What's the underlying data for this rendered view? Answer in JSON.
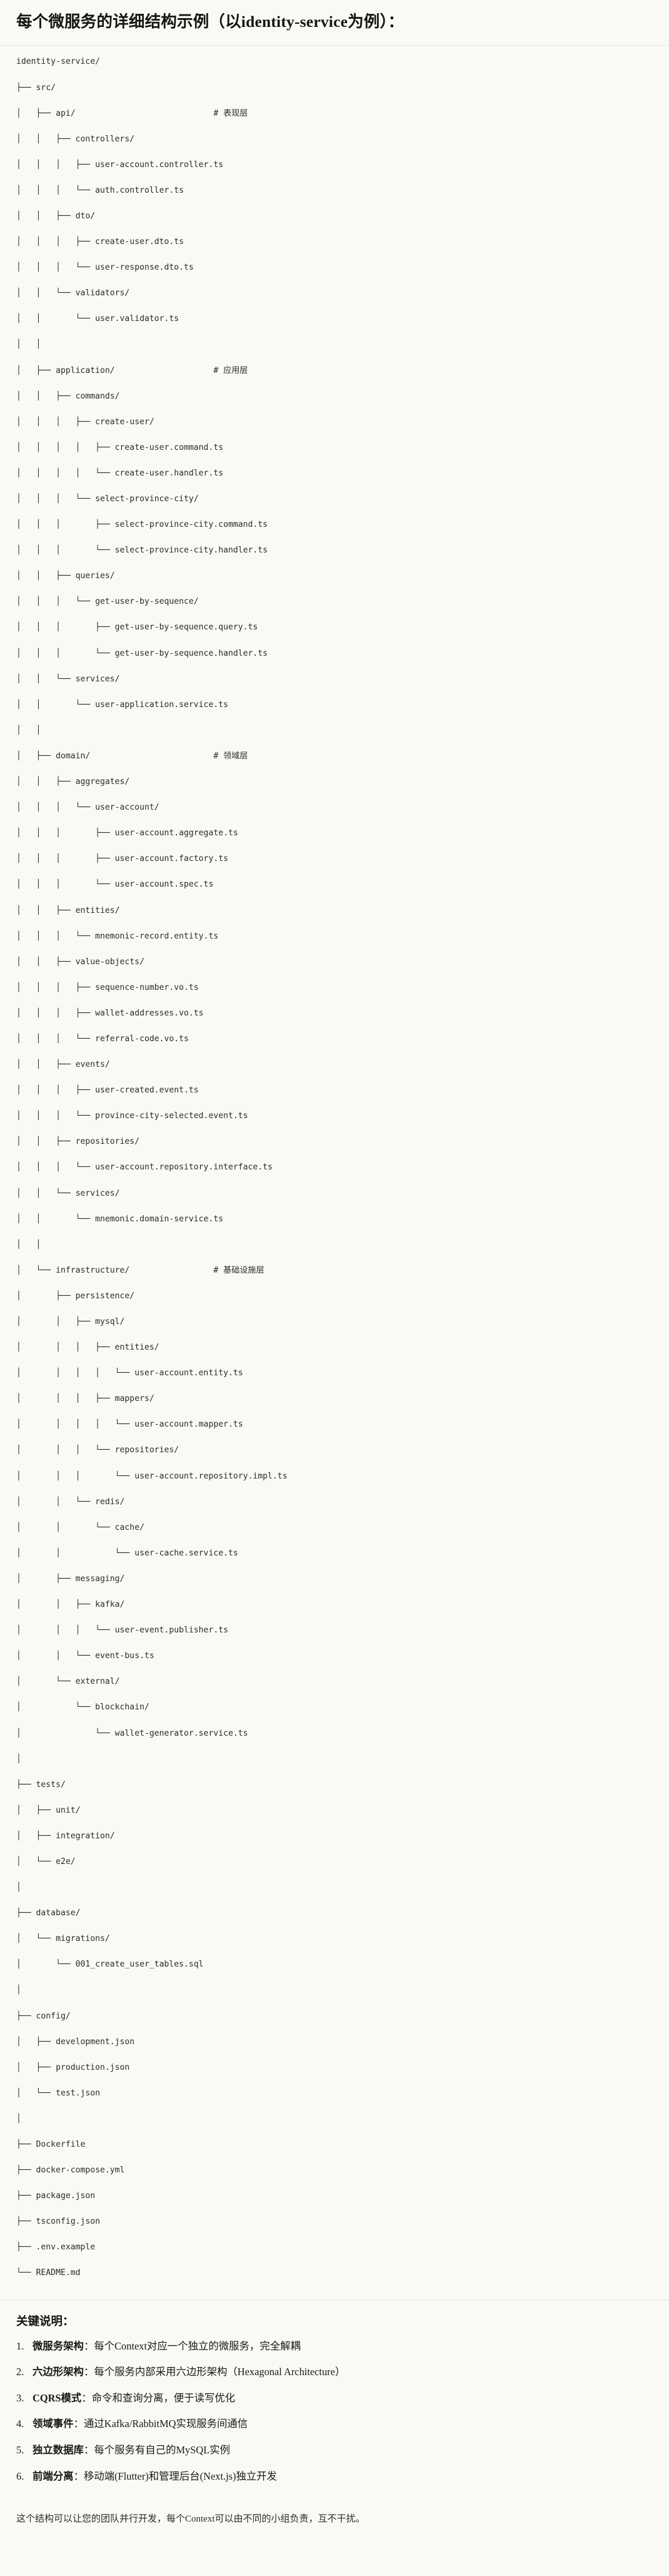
{
  "header": {
    "title": "每个微服务的详细结构示例（以identity-service为例）："
  },
  "tree": {
    "root": "identity-service/",
    "lines": [
      {
        "text": "identity-service/",
        "comment": ""
      },
      {
        "text": "├── src/",
        "comment": ""
      },
      {
        "text": "│   ├── api/",
        "comment": "# 表现层"
      },
      {
        "text": "│   │   ├── controllers/",
        "comment": ""
      },
      {
        "text": "│   │   │   ├── user-account.controller.ts",
        "comment": ""
      },
      {
        "text": "│   │   │   └── auth.controller.ts",
        "comment": ""
      },
      {
        "text": "│   │   ├── dto/",
        "comment": ""
      },
      {
        "text": "│   │   │   ├── create-user.dto.ts",
        "comment": ""
      },
      {
        "text": "│   │   │   └── user-response.dto.ts",
        "comment": ""
      },
      {
        "text": "│   │   └── validators/",
        "comment": ""
      },
      {
        "text": "│   │       └── user.validator.ts",
        "comment": ""
      },
      {
        "text": "│   │",
        "comment": ""
      },
      {
        "text": "│   ├── application/",
        "comment": "# 应用层"
      },
      {
        "text": "│   │   ├── commands/",
        "comment": ""
      },
      {
        "text": "│   │   │   ├── create-user/",
        "comment": ""
      },
      {
        "text": "│   │   │   │   ├── create-user.command.ts",
        "comment": ""
      },
      {
        "text": "│   │   │   │   └── create-user.handler.ts",
        "comment": ""
      },
      {
        "text": "│   │   │   └── select-province-city/",
        "comment": ""
      },
      {
        "text": "│   │   │       ├── select-province-city.command.ts",
        "comment": ""
      },
      {
        "text": "│   │   │       └── select-province-city.handler.ts",
        "comment": ""
      },
      {
        "text": "│   │   ├── queries/",
        "comment": ""
      },
      {
        "text": "│   │   │   └── get-user-by-sequence/",
        "comment": ""
      },
      {
        "text": "│   │   │       ├── get-user-by-sequence.query.ts",
        "comment": ""
      },
      {
        "text": "│   │   │       └── get-user-by-sequence.handler.ts",
        "comment": ""
      },
      {
        "text": "│   │   └── services/",
        "comment": ""
      },
      {
        "text": "│   │       └── user-application.service.ts",
        "comment": ""
      },
      {
        "text": "│   │",
        "comment": ""
      },
      {
        "text": "│   ├── domain/",
        "comment": "# 领域层"
      },
      {
        "text": "│   │   ├── aggregates/",
        "comment": ""
      },
      {
        "text": "│   │   │   └── user-account/",
        "comment": ""
      },
      {
        "text": "│   │   │       ├── user-account.aggregate.ts",
        "comment": ""
      },
      {
        "text": "│   │   │       ├── user-account.factory.ts",
        "comment": ""
      },
      {
        "text": "│   │   │       └── user-account.spec.ts",
        "comment": ""
      },
      {
        "text": "│   │   ├── entities/",
        "comment": ""
      },
      {
        "text": "│   │   │   └── mnemonic-record.entity.ts",
        "comment": ""
      },
      {
        "text": "│   │   ├── value-objects/",
        "comment": ""
      },
      {
        "text": "│   │   │   ├── sequence-number.vo.ts",
        "comment": ""
      },
      {
        "text": "│   │   │   ├── wallet-addresses.vo.ts",
        "comment": ""
      },
      {
        "text": "│   │   │   └── referral-code.vo.ts",
        "comment": ""
      },
      {
        "text": "│   │   ├── events/",
        "comment": ""
      },
      {
        "text": "│   │   │   ├── user-created.event.ts",
        "comment": ""
      },
      {
        "text": "│   │   │   └── province-city-selected.event.ts",
        "comment": ""
      },
      {
        "text": "│   │   ├── repositories/",
        "comment": ""
      },
      {
        "text": "│   │   │   └── user-account.repository.interface.ts",
        "comment": ""
      },
      {
        "text": "│   │   └── services/",
        "comment": ""
      },
      {
        "text": "│   │       └── mnemonic.domain-service.ts",
        "comment": ""
      },
      {
        "text": "│   │",
        "comment": ""
      },
      {
        "text": "│   └── infrastructure/",
        "comment": "# 基础设施层"
      },
      {
        "text": "│       ├── persistence/",
        "comment": ""
      },
      {
        "text": "│       │   ├── mysql/",
        "comment": ""
      },
      {
        "text": "│       │   │   ├── entities/",
        "comment": ""
      },
      {
        "text": "│       │   │   │   └── user-account.entity.ts",
        "comment": ""
      },
      {
        "text": "│       │   │   ├── mappers/",
        "comment": ""
      },
      {
        "text": "│       │   │   │   └── user-account.mapper.ts",
        "comment": ""
      },
      {
        "text": "│       │   │   └── repositories/",
        "comment": ""
      },
      {
        "text": "│       │   │       └── user-account.repository.impl.ts",
        "comment": ""
      },
      {
        "text": "│       │   └── redis/",
        "comment": ""
      },
      {
        "text": "│       │       └── cache/",
        "comment": ""
      },
      {
        "text": "│       │           └── user-cache.service.ts",
        "comment": ""
      },
      {
        "text": "│       ├── messaging/",
        "comment": ""
      },
      {
        "text": "│       │   ├── kafka/",
        "comment": ""
      },
      {
        "text": "│       │   │   └── user-event.publisher.ts",
        "comment": ""
      },
      {
        "text": "│       │   └── event-bus.ts",
        "comment": ""
      },
      {
        "text": "│       └── external/",
        "comment": ""
      },
      {
        "text": "│           └── blockchain/",
        "comment": ""
      },
      {
        "text": "│               └── wallet-generator.service.ts",
        "comment": ""
      },
      {
        "text": "│",
        "comment": ""
      },
      {
        "text": "├── tests/",
        "comment": ""
      },
      {
        "text": "│   ├── unit/",
        "comment": ""
      },
      {
        "text": "│   ├── integration/",
        "comment": ""
      },
      {
        "text": "│   └── e2e/",
        "comment": ""
      },
      {
        "text": "│",
        "comment": ""
      },
      {
        "text": "├── database/",
        "comment": ""
      },
      {
        "text": "│   └── migrations/",
        "comment": ""
      },
      {
        "text": "│       └── 001_create_user_tables.sql",
        "comment": ""
      },
      {
        "text": "│",
        "comment": ""
      },
      {
        "text": "├── config/",
        "comment": ""
      },
      {
        "text": "│   ├── development.json",
        "comment": ""
      },
      {
        "text": "│   ├── production.json",
        "comment": ""
      },
      {
        "text": "│   └── test.json",
        "comment": ""
      },
      {
        "text": "│",
        "comment": ""
      },
      {
        "text": "├── Dockerfile",
        "comment": ""
      },
      {
        "text": "├── docker-compose.yml",
        "comment": ""
      },
      {
        "text": "├── package.json",
        "comment": ""
      },
      {
        "text": "├── tsconfig.json",
        "comment": ""
      },
      {
        "text": "├── .env.example",
        "comment": ""
      },
      {
        "text": "└── README.md",
        "comment": ""
      }
    ],
    "comment_column": 40
  },
  "notes": {
    "title": "关键说明：",
    "items": [
      {
        "name": "微服务架构",
        "sep": "：",
        "desc": "每个Context对应一个独立的微服务，完全解耦"
      },
      {
        "name": "六边形架构",
        "sep": "：",
        "desc": "每个服务内部采用六边形架构（Hexagonal Architecture）"
      },
      {
        "name": "CQRS模式",
        "sep": "：",
        "desc": "命令和查询分离，便于读写优化"
      },
      {
        "name": "领域事件",
        "sep": "：",
        "desc": "通过Kafka/RabbitMQ实现服务间通信"
      },
      {
        "name": "独立数据库",
        "sep": "：",
        "desc": "每个服务有自己的MySQL实例"
      },
      {
        "name": "前端分离",
        "sep": "：",
        "desc": "移动端(Flutter)和管理后台(Next.js)独立开发"
      }
    ],
    "closing": "这个结构可以让您的团队并行开发，每个Context可以由不同的小组负责，互不干扰。"
  },
  "colors": {
    "background": "#faf9f5",
    "text": "#1a1a18",
    "code_text": "#2b2b2b",
    "rule": "#e6e3da"
  }
}
